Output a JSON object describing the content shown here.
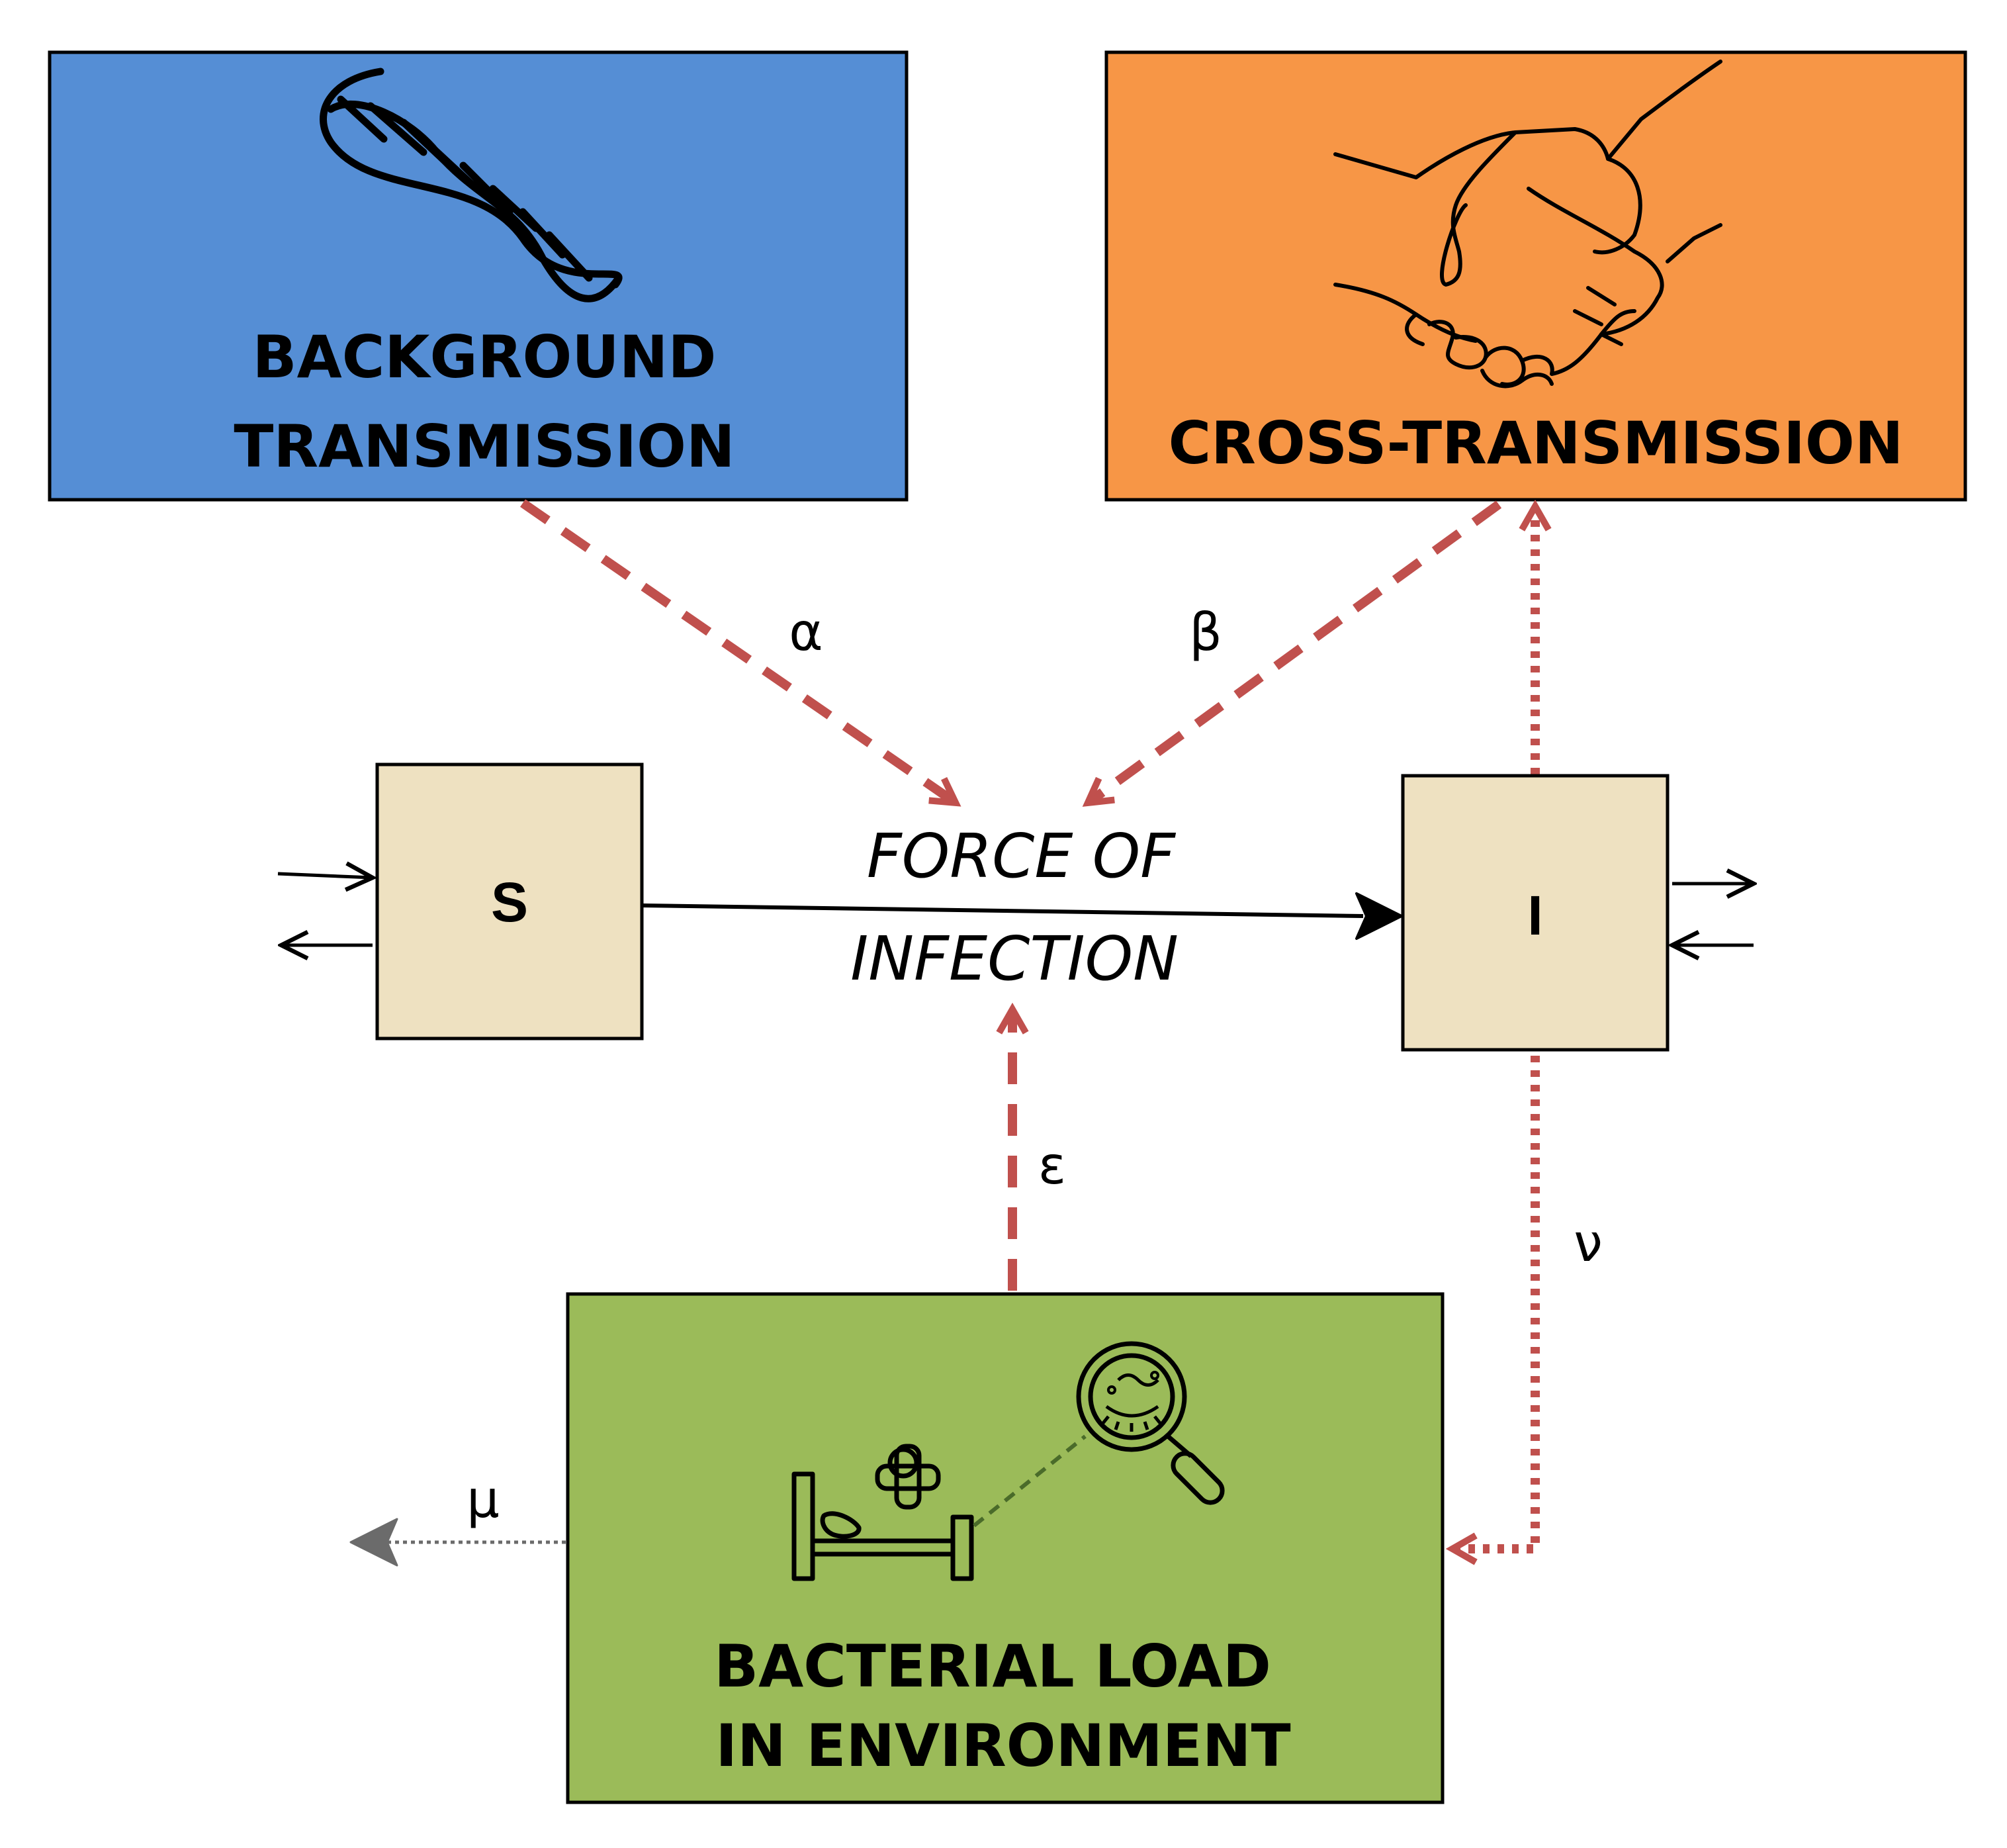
{
  "boxes": {
    "background": {
      "line1": "BACKGROUND",
      "line2": "TRANSMISSION",
      "color": "#558ed5",
      "icon": "dna-icon"
    },
    "cross": {
      "label": "CROSS-TRANSMISSION",
      "color": "#f79646",
      "icon": "handshake-icon"
    },
    "environment": {
      "line1": "BACTERIAL LOAD",
      "line2": "IN ENVIRONMENT",
      "color": "#9bbb59",
      "icons": [
        "hospital-bed-icon",
        "bacteria-magnifier-icon"
      ]
    }
  },
  "compartments": {
    "susceptible": {
      "label": "S",
      "color": "#eee1c1"
    },
    "infected": {
      "label": "I",
      "color": "#eee1c1"
    }
  },
  "force_of_infection": {
    "line1": "FORCE OF",
    "line2": "INFECTION"
  },
  "parameters": {
    "alpha": "α",
    "beta": "β",
    "epsilon": "ε",
    "nu": "ν",
    "mu": "μ"
  },
  "colors": {
    "arrow_red": "#c0504d",
    "arrow_grey": "#6b6b6b",
    "stroke": "#000000"
  }
}
